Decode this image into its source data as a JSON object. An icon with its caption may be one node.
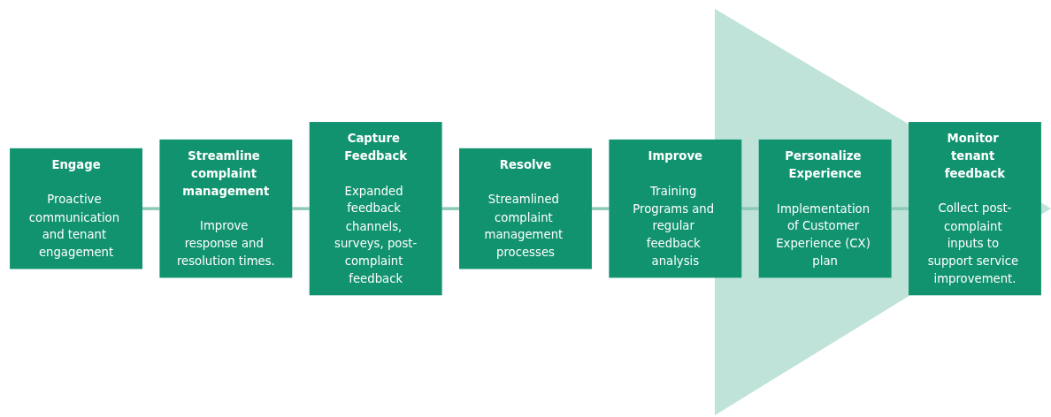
{
  "diagram": {
    "nodes": [
      {
        "text": [
          "Engage",
          "Proactive communication and tenant engagement"
        ]
      },
      {
        "text": [
          "Streamline complaint management",
          "Improve response and resolution times."
        ]
      },
      {
        "text": [
          "Capture Feedback",
          "Expanded feedback channels, surveys, post-complaint feedback"
        ]
      },
      {
        "text": [
          "Resolve",
          "Streamlined complaint management processes"
        ]
      },
      {
        "text": [
          "Improve",
          "Training Programs and regular feedback analysis"
        ]
      },
      {
        "text": [
          "Personalize Experience",
          "Implementation of Customer Experience (CX) plan"
        ]
      },
      {
        "text": [
          "Monitor tenant feedback",
          "Collect post-complaint inputs to support service improvement."
        ]
      }
    ],
    "edges": [
      {
        "from": 0,
        "to": 1,
        "arrow": "none"
      },
      {
        "from": 1,
        "to": 2,
        "arrow": "none"
      },
      {
        "from": 2,
        "to": 3,
        "arrow": "none"
      },
      {
        "from": 3,
        "to": 4,
        "arrow": "none"
      },
      {
        "from": 4,
        "to": 5,
        "arrow": "none"
      },
      {
        "from": 5,
        "to": 6,
        "arrow": "none"
      }
    ]
  }
}
